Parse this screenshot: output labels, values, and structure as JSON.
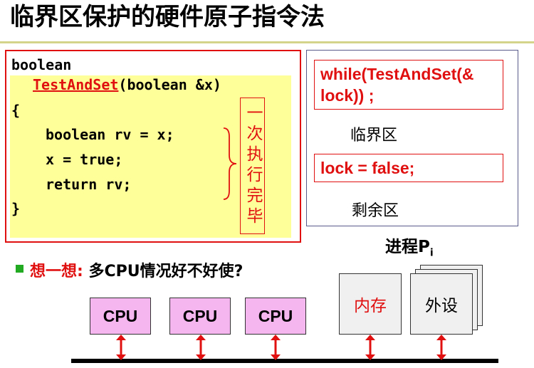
{
  "title": "临界区保护的硬件原子指令法",
  "code": {
    "line1": "boolean",
    "fn_name": "TestAndSet",
    "fn_params": "(boolean &x)",
    "open_brace": "{",
    "body1": "boolean rv = x;",
    "body2": "x = true;",
    "body3": "return rv;",
    "close_brace": "}",
    "atomic_note": "一次执行完毕"
  },
  "process": {
    "entry": "while(TestAndSet(& lock)) ;",
    "critical": "临界区",
    "exit": "lock = false;",
    "remainder": "剩余区"
  },
  "think": {
    "label": "想一想:",
    "question": "多CPU情况好不好使?"
  },
  "hardware": {
    "cpus": [
      "CPU",
      "CPU",
      "CPU"
    ],
    "process_label": "进程P",
    "process_sub": "i",
    "memory": "内存",
    "device": "外设"
  },
  "colors": {
    "accent": "#e01010",
    "code_bg": "#ffff99",
    "cpu_fill": "#f5b6f0",
    "bullet": "#22aa22"
  }
}
